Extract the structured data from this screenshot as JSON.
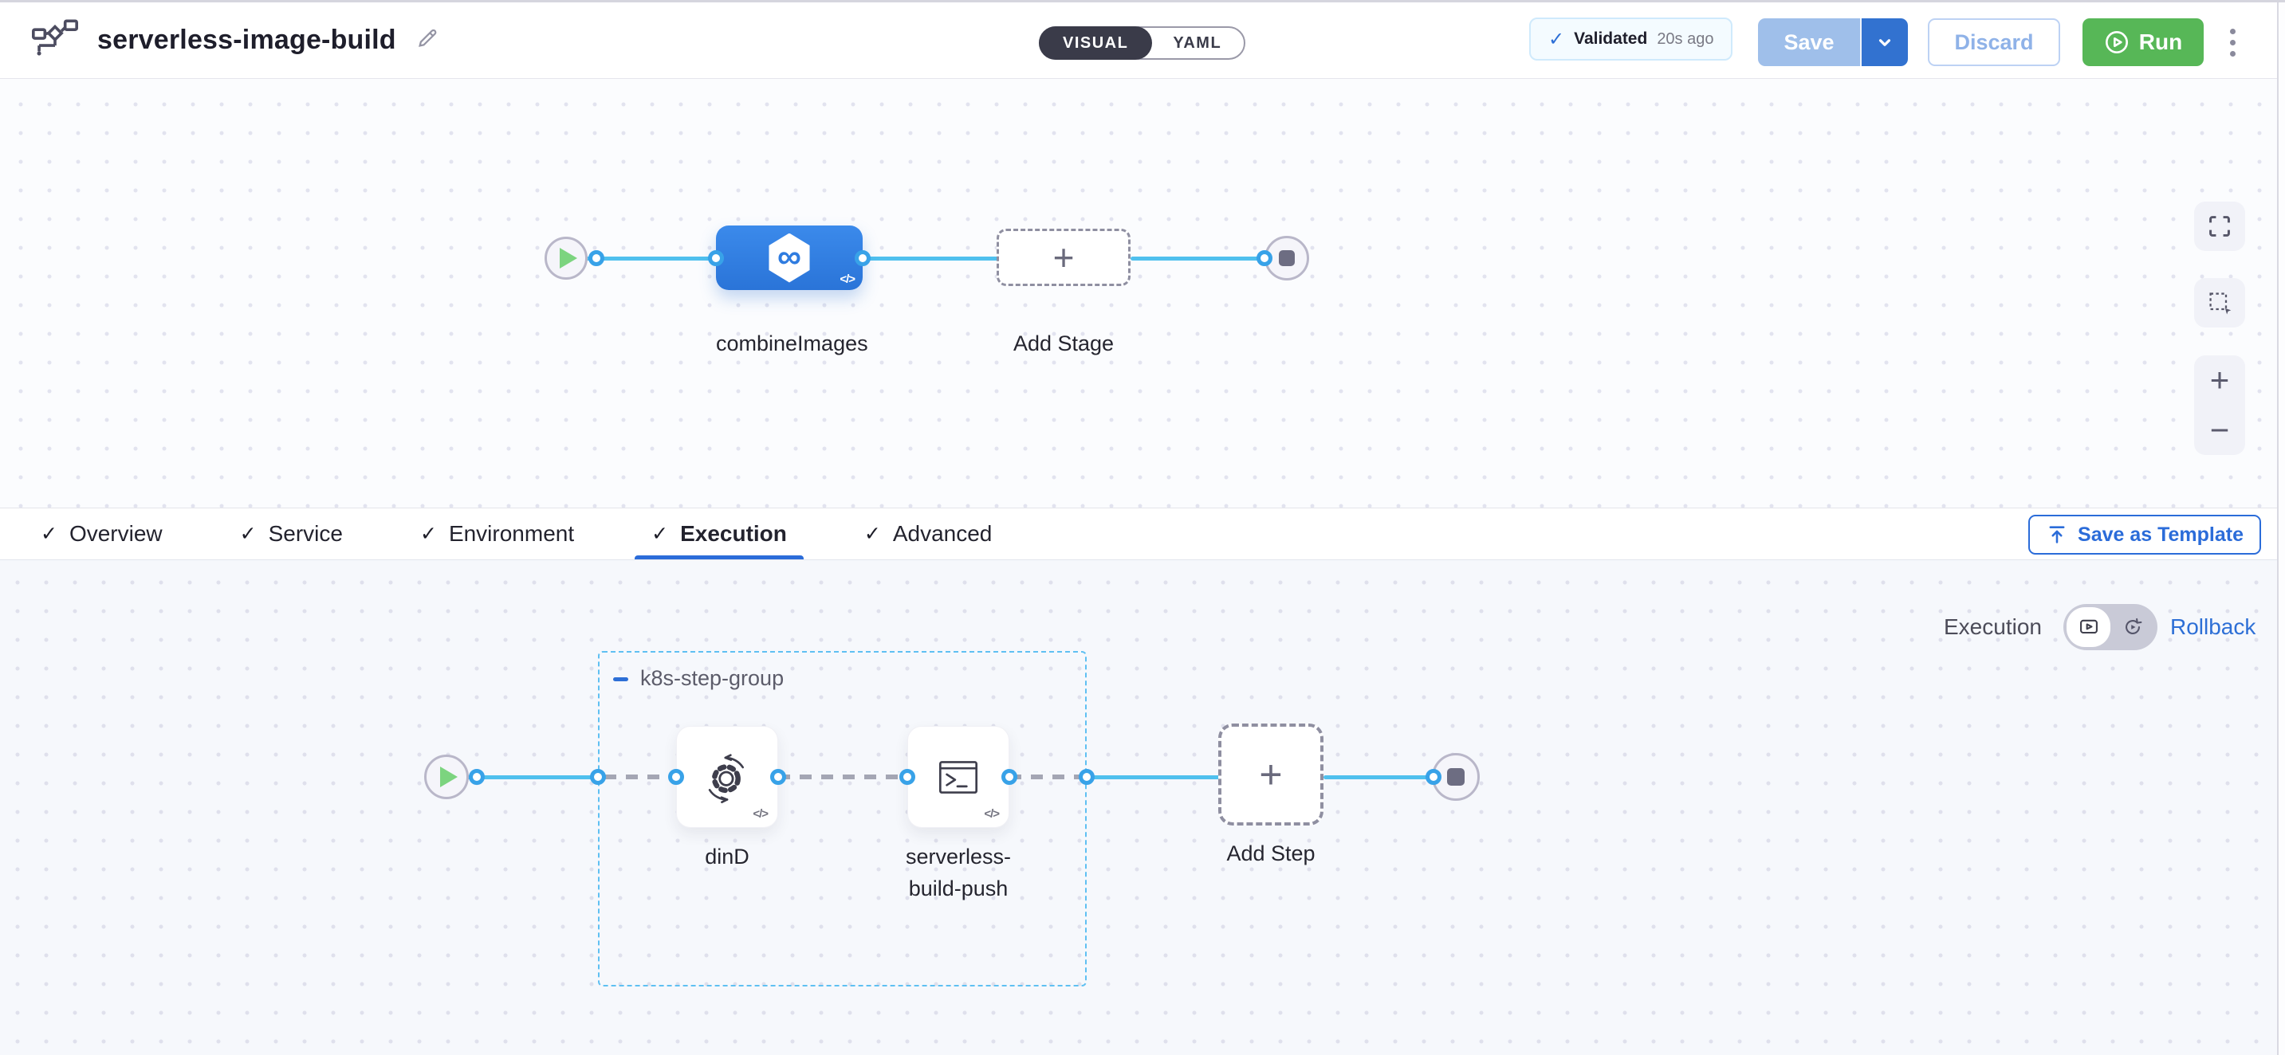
{
  "icons": {
    "check": "✓",
    "infinity": "∞",
    "plus": "+",
    "minus": "−",
    "code": "</>"
  },
  "header": {
    "title": "serverless-image-build",
    "mode_toggle": {
      "options": [
        "VISUAL",
        "YAML"
      ],
      "selected": "VISUAL"
    },
    "validation": {
      "status": "Validated",
      "time": "20s ago"
    },
    "buttons": {
      "save": "Save",
      "discard": "Discard",
      "run": "Run"
    }
  },
  "stage_pipeline": {
    "stage_name": "combineImages",
    "add_stage_label": "Add Stage"
  },
  "tabs": {
    "items": [
      {
        "label": "Overview"
      },
      {
        "label": "Service"
      },
      {
        "label": "Environment"
      },
      {
        "label": "Execution"
      },
      {
        "label": "Advanced"
      }
    ],
    "active": "Execution",
    "save_as_template": "Save as Template"
  },
  "execution_section": {
    "view_label": "Execution",
    "rollback_label": "Rollback",
    "step_group": {
      "name": "k8s-step-group",
      "steps": [
        {
          "name": "dinD"
        },
        {
          "name": "serverless-build-push"
        }
      ]
    },
    "add_step_label": "Add Step"
  },
  "colors": {
    "primary_blue": "#2b6cd9",
    "stage_blue": "#2f80e0",
    "line_blue": "#4fc0ee",
    "connector_ring": "#38a2e8",
    "run_green": "#57b757",
    "save_disabled": "#9fbfea",
    "save_caret": "#3272d0",
    "group_border": "#5fc0f2"
  }
}
